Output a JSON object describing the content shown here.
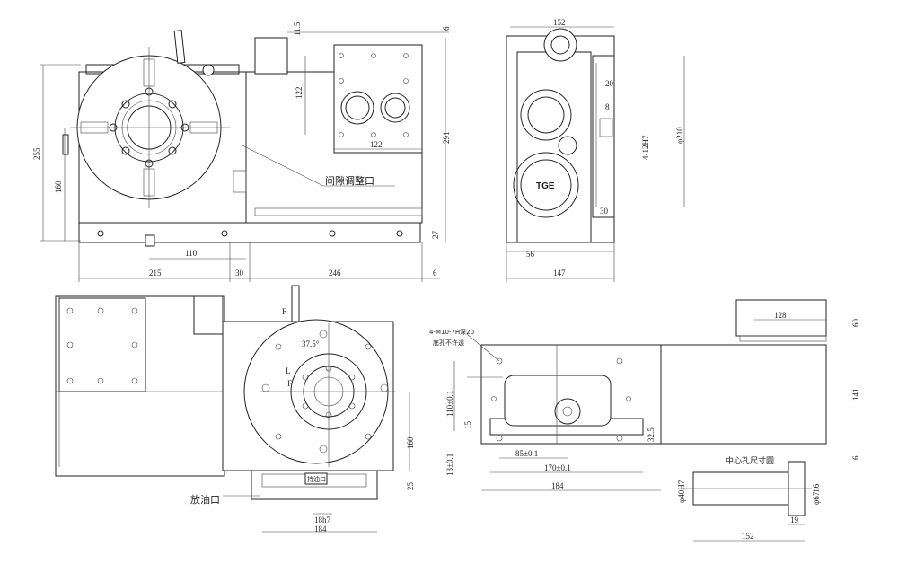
{
  "annotations": {
    "gap_adjust": "间隙调整口",
    "oil_drain": "放油口",
    "center_hole": "中心孔尺寸圖",
    "tap_spec": "4-M10-7H深20",
    "tap_note": "底孔不许透",
    "brand": "TGE",
    "oil_fill": "持油口"
  },
  "dims_top_left": {
    "d255": "255",
    "d160": "160",
    "d110": "110",
    "d215": "215",
    "d30": "30",
    "d246": "246",
    "d6": "6",
    "d11_5": "11.5",
    "d6b": "6",
    "d122v": "122",
    "d122h": "122",
    "d291": "291",
    "d27": "27"
  },
  "dims_top_right": {
    "d152": "152",
    "d20": "20",
    "d8": "8",
    "d4_12h7": "4-12H7",
    "d210": "φ210",
    "d30": "30",
    "d56": "56",
    "d147": "147"
  },
  "dims_bottom_mid": {
    "d37_5": "37.5°",
    "d160": "160",
    "d25": "25",
    "d18h7": "18h7",
    "d184": "184",
    "f1": "F",
    "f2": "F",
    "l": "L"
  },
  "dims_bottom_right": {
    "d128": "128",
    "d60": "60",
    "d141": "141",
    "d6": "6",
    "d110": "110±0.1",
    "d15": "15",
    "d13": "13±0.1",
    "d85": "85±0.1",
    "d170": "170±0.1",
    "d184": "184",
    "d32_5": "32.5",
    "d40h7": "φ40H7",
    "d67h6": "φ67h6",
    "d19": "19",
    "d152": "152"
  }
}
